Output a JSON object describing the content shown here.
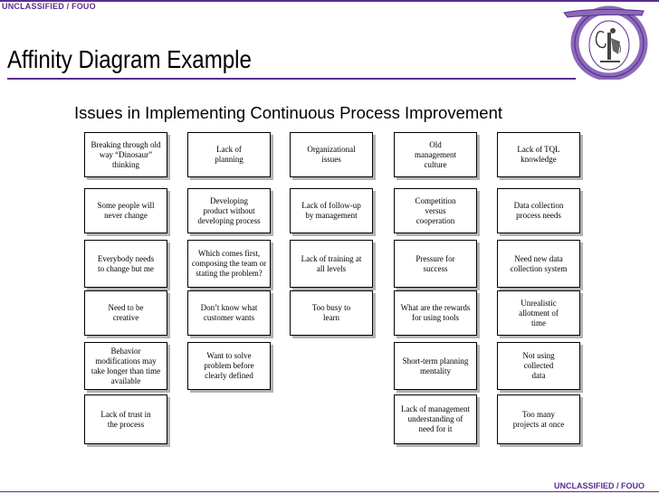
{
  "classification_top": "UNCLASSIFIED / FOUO",
  "classification_bottom": "UNCLASSIFIED / FOUO",
  "title": "Affinity Diagram Example",
  "subtitle": "Issues in Implementing Continuous Process Improvement",
  "colors": {
    "accent_purple": "#5b2d8f",
    "card_border": "#000000",
    "card_shadow": "#b3b3b3"
  },
  "logo_icon": "seal-monogram-icon",
  "columns": [
    {
      "header": [
        "Breaking through old",
        "way “Dinosaur”",
        "thinking"
      ],
      "items": [
        [
          "Some people will",
          "never change"
        ],
        [
          "Everybody needs",
          "to change but me"
        ],
        [
          "Need to be",
          "creative"
        ],
        [
          "Behavior",
          "modifications may",
          "take longer than time",
          "available"
        ],
        [
          "Lack of trust in",
          "the process"
        ]
      ]
    },
    {
      "header": [
        "Lack of",
        "planning"
      ],
      "items": [
        [
          "Developing",
          "product without",
          "developing process"
        ],
        [
          "Which comes first,",
          "composing the team or",
          "stating the problem?"
        ],
        [
          "Don’t know what",
          "customer wants"
        ],
        [
          "Want to solve",
          "problem before",
          "clearly defined"
        ]
      ]
    },
    {
      "header": [
        "Organizational",
        "issues"
      ],
      "items": [
        [
          "Lack of follow-up",
          "by management"
        ],
        [
          "Lack of training at",
          "all levels"
        ],
        [
          "Too busy to",
          "learn"
        ]
      ]
    },
    {
      "header": [
        "Old",
        "management",
        "culture"
      ],
      "items": [
        [
          "Competition",
          "versus",
          "cooperation"
        ],
        [
          "Pressure for",
          "success"
        ],
        [
          "What are the rewards",
          "for using tools"
        ],
        [
          "Short-term planning",
          "mentality"
        ],
        [
          "Lack of management",
          "understanding of",
          "need for it"
        ]
      ]
    },
    {
      "header": [
        "Lack of TQL",
        "knowledge"
      ],
      "items": [
        [
          "Data collection",
          "process needs"
        ],
        [
          "Need new data",
          "collection system"
        ],
        [
          "Unrealistic",
          "allotment of",
          "time"
        ],
        [
          "Not using",
          "collected",
          "data"
        ],
        [
          "Too many",
          "projects at once"
        ]
      ]
    }
  ]
}
